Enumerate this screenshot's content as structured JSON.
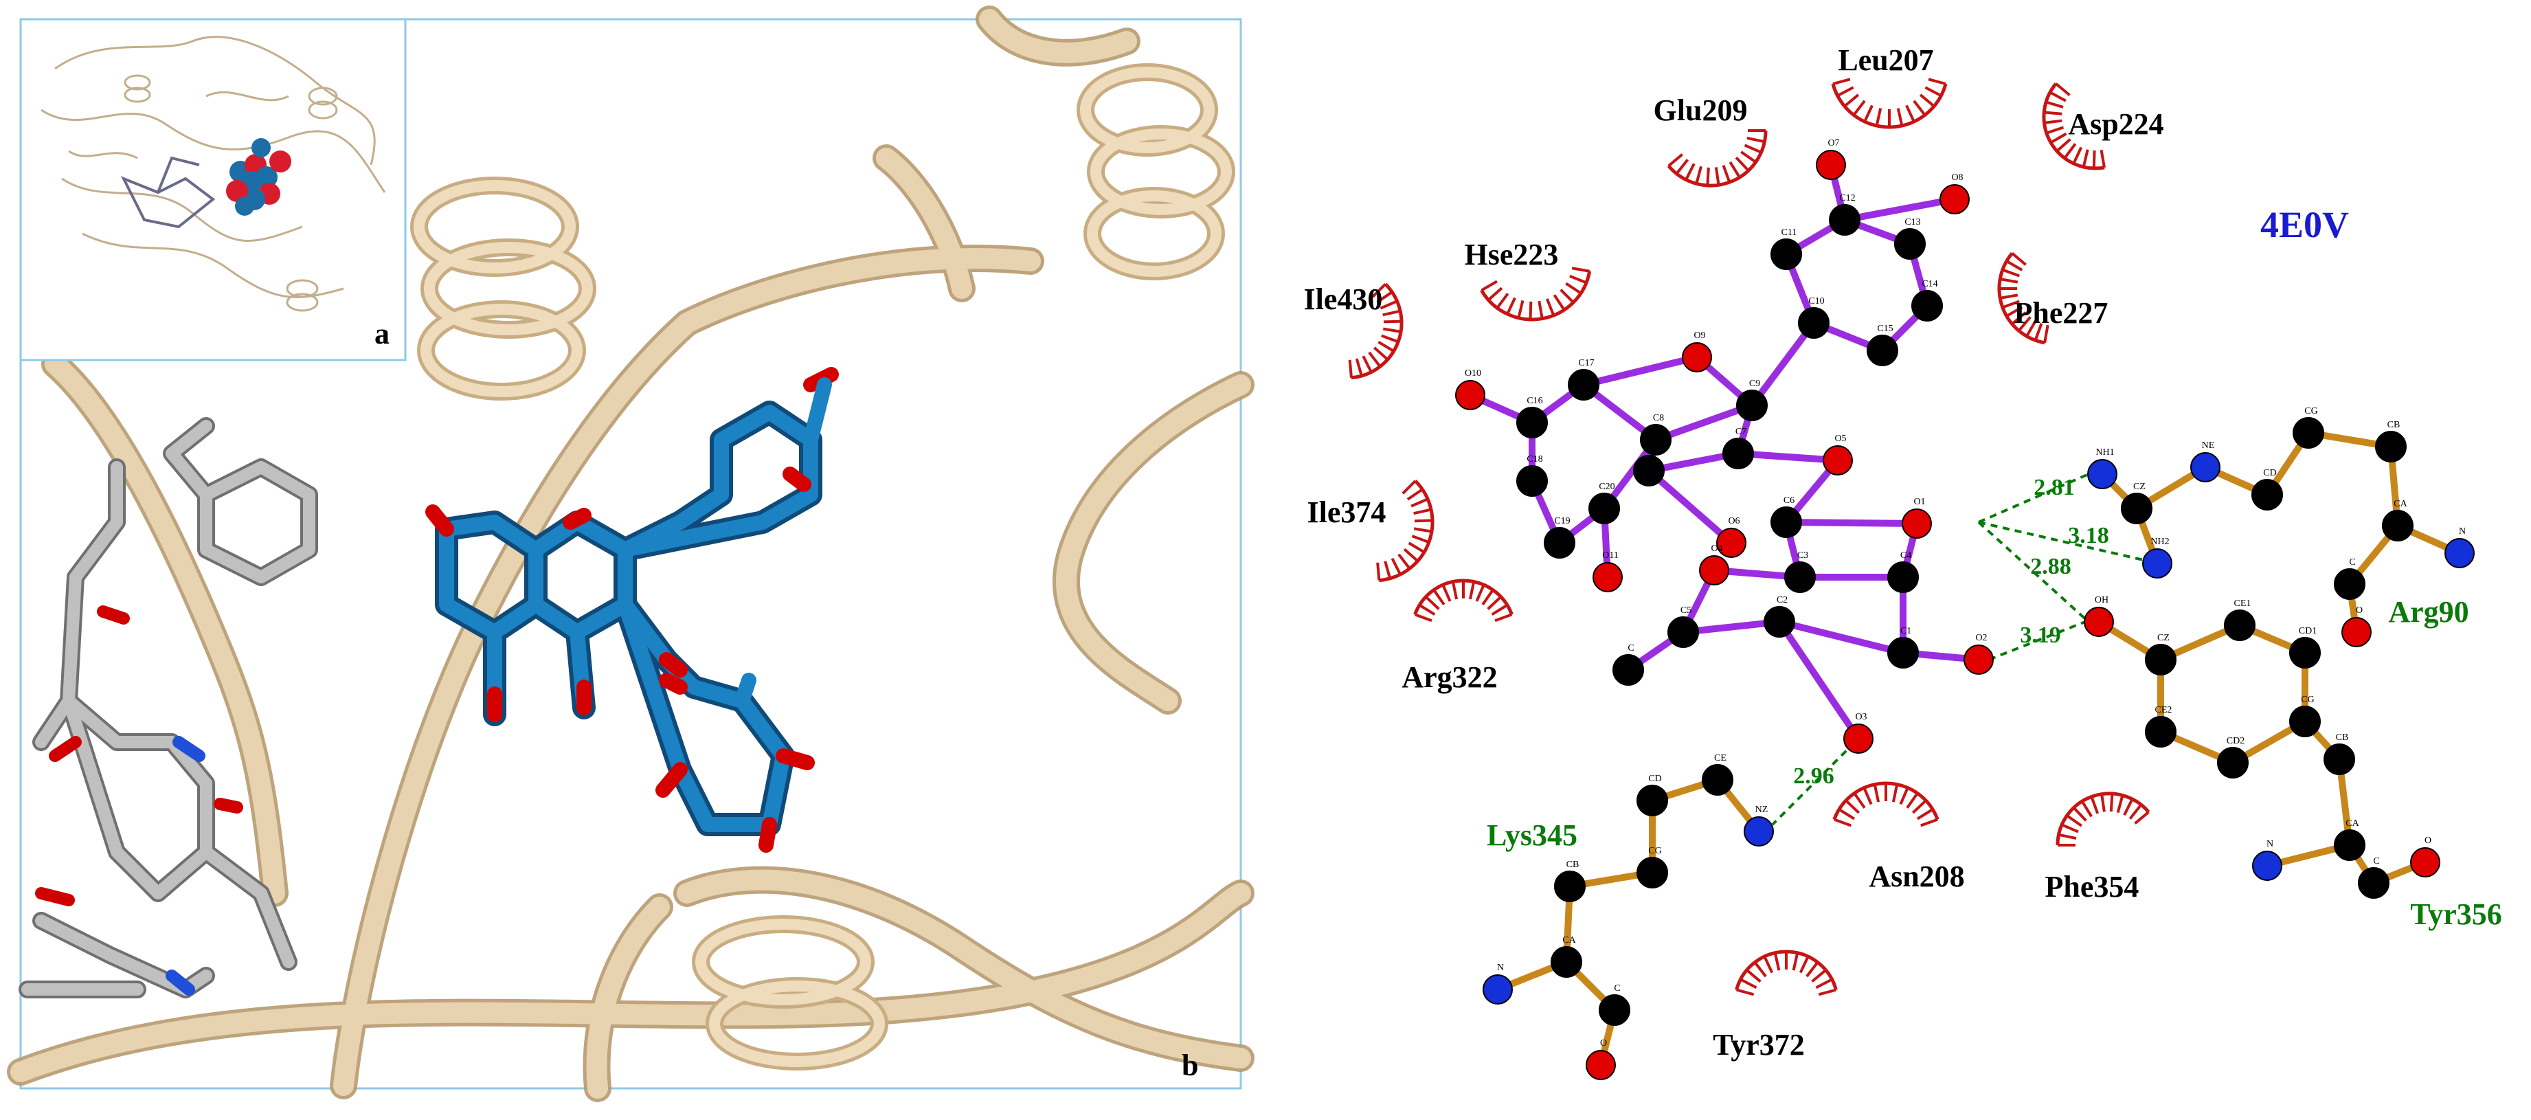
{
  "panel_left": {
    "label_a": "a",
    "label_b": "b"
  },
  "panel_right": {
    "pdb_id": "4E0V",
    "residues_hydrophobic": [
      "Leu207",
      "Glu209",
      "Asp224",
      "Hse223",
      "Ile430",
      "Phe227",
      "Ile374",
      "Arg322",
      "Asn208",
      "Phe354",
      "Tyr372"
    ],
    "residues_hbond": [
      "Arg90",
      "Lys345",
      "Tyr356"
    ],
    "hbond_distances": [
      "2.81",
      "3.18",
      "2.88",
      "3.19",
      "2.96"
    ],
    "ligand_atom_labels": [
      "O7",
      "C12",
      "O8",
      "C11",
      "C13",
      "C14",
      "C10",
      "C15",
      "O9",
      "C17",
      "O10",
      "C16",
      "C9",
      "C8",
      "C18",
      "C19",
      "C20",
      "O11",
      "C11",
      "C7",
      "O5",
      "C6",
      "O6",
      "C3",
      "O4",
      "C5",
      "O1",
      "C4",
      "C2",
      "C1",
      "O2",
      "O3",
      "C"
    ],
    "arg90_atom_labels": [
      "NH1",
      "NE",
      "CD",
      "CG",
      "CB",
      "CA",
      "N",
      "C",
      "O",
      "NH2",
      "CZ"
    ],
    "tyr356_atom_labels": [
      "OH",
      "CZ",
      "CE1",
      "CD1",
      "CE2",
      "CD2",
      "CG",
      "CB",
      "CA",
      "N",
      "C",
      "O"
    ],
    "lys345_atom_labels": [
      "CD",
      "CE",
      "NZ",
      "CG",
      "CB",
      "CA",
      "N",
      "C",
      "O"
    ],
    "colors": {
      "ligand_bond": "#9b2de0",
      "residue_bond": "#c8871a",
      "hbond": "#0a7a0a",
      "hydrophobic_arc": "#c81414",
      "hbond_residue_label": "#0a7a0a",
      "pdb_label": "#1a1ad0",
      "ribbon": "#dcc5a0",
      "ligand_stick": "#1e6fa8",
      "oxygen": "#e00000",
      "nitrogen": "#1430d8",
      "carbon_atom": "#000000"
    }
  }
}
